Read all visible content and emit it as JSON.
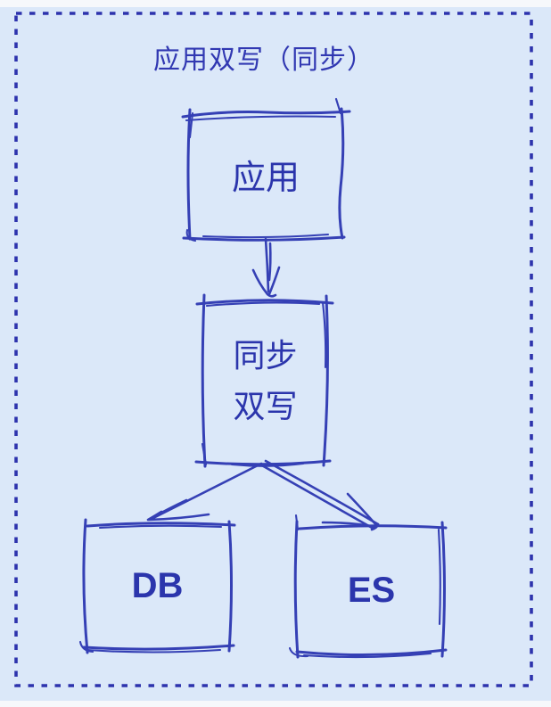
{
  "diagram": {
    "title": "应用双写（同步）",
    "nodes": {
      "app": {
        "label": "应用"
      },
      "sync": {
        "lines": [
          "同步",
          "双写"
        ]
      },
      "db": {
        "label": "DB"
      },
      "es": {
        "label": "ES"
      }
    },
    "edges": [
      {
        "from": "app",
        "to": "sync",
        "style": "single-arrow"
      },
      {
        "from": "sync",
        "to": "db",
        "style": "single-arrow"
      },
      {
        "from": "sync",
        "to": "es",
        "style": "double-line-arrow"
      }
    ],
    "colors": {
      "ink": "#3540b5",
      "text": "#2b35ac",
      "panel_background": "#dbe8f9",
      "page_background": "#f6f8fb"
    }
  }
}
